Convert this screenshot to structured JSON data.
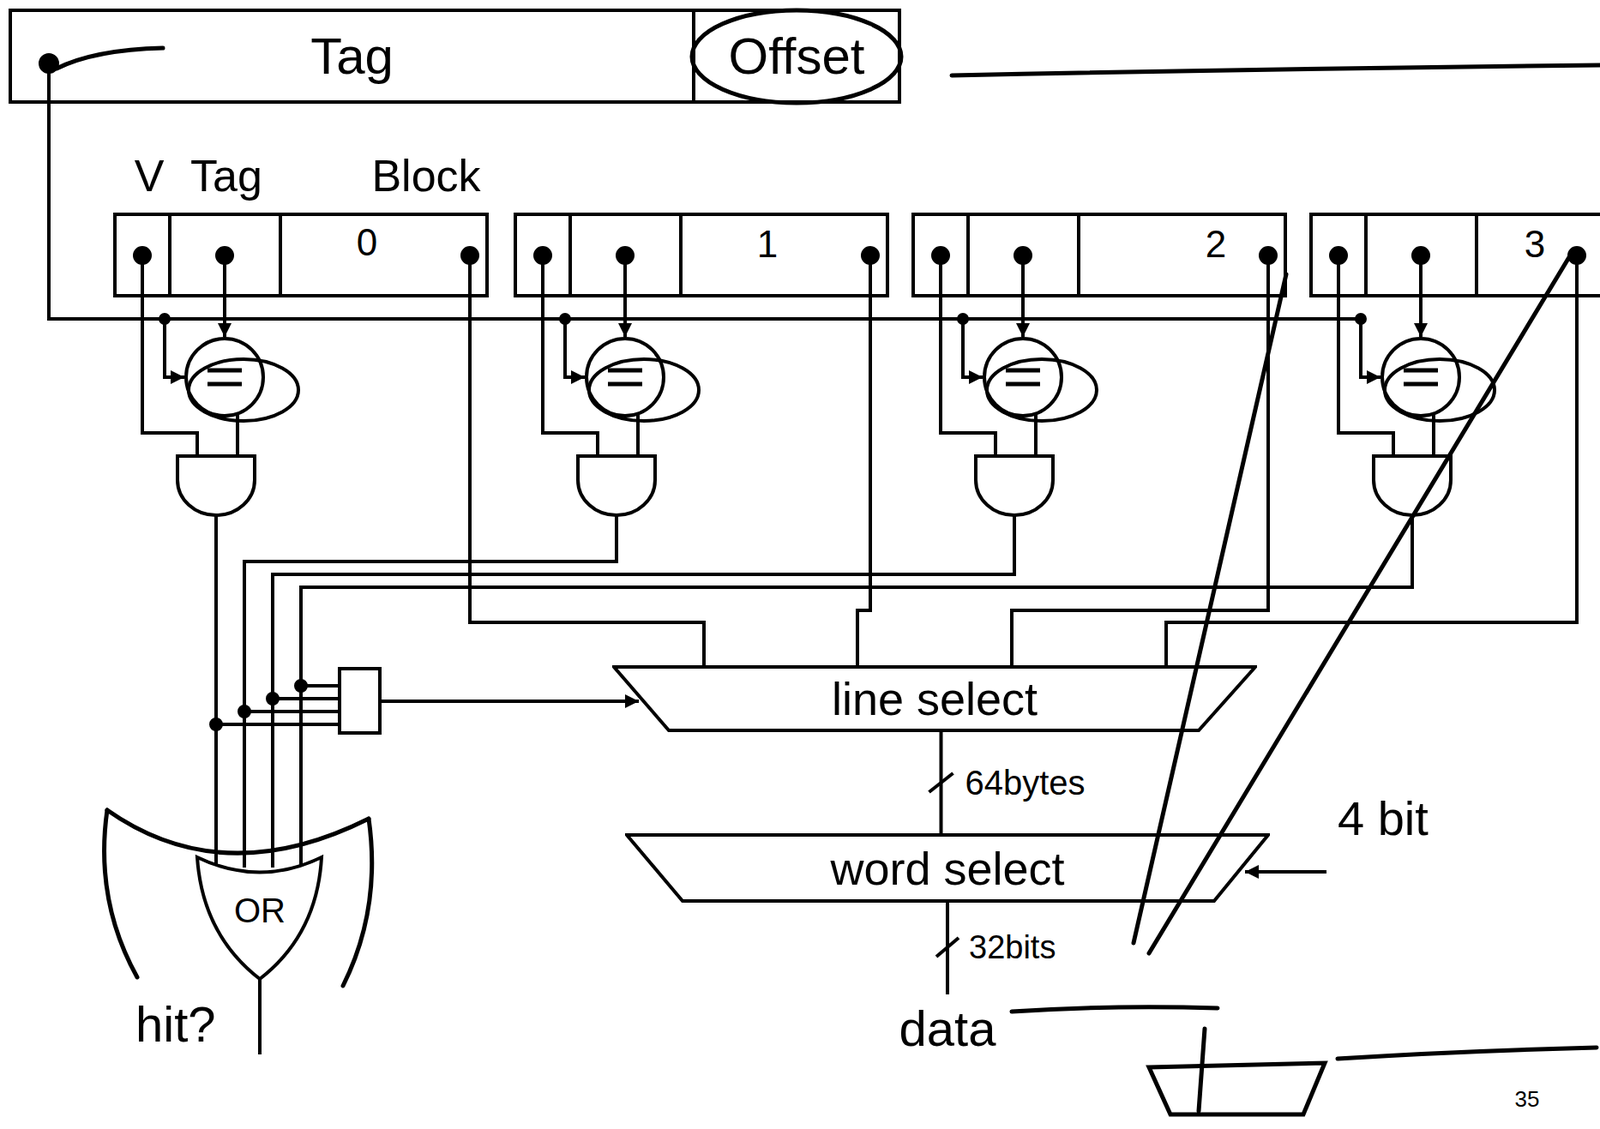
{
  "diagram": {
    "nodes": [
      {
        "text": [
          "Tag"
        ]
      },
      {
        "text": [
          "Offset"
        ]
      },
      {
        "text": [
          "line select"
        ]
      },
      {
        "text": [
          "word select"
        ]
      },
      {
        "text": [
          "hit?"
        ]
      }
    ],
    "edges": [
      {
        "from": 2,
        "to": 3,
        "arrow": "none",
        "label": "64bytes"
      }
    ],
    "labels": [
      "V",
      "Tag",
      "Block",
      "0",
      "1",
      "2",
      "3",
      "OR",
      "32bits",
      "data",
      "4 bit",
      "35"
    ]
  }
}
